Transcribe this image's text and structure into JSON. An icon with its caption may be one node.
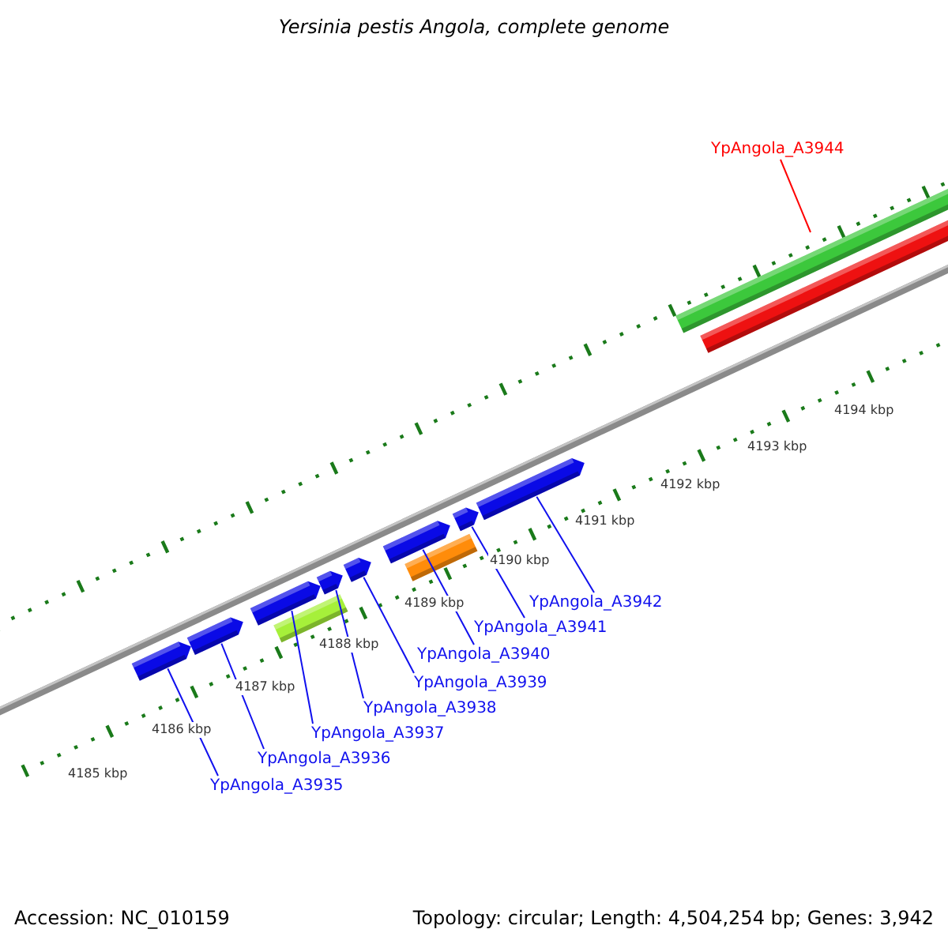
{
  "diagram": {
    "title": "Yersinia pestis Angola, complete genome",
    "nodes": [
      {
        "text": [
          "YpAngola_A3944"
        ]
      },
      {
        "text": [
          "YpAngola_A3942"
        ]
      },
      {
        "text": [
          "YpAngola_A3941"
        ]
      },
      {
        "text": [
          "YpAngola_A3940"
        ]
      },
      {
        "text": [
          "YpAngola_A3939"
        ]
      },
      {
        "text": [
          "YpAngola_A3938"
        ]
      },
      {
        "text": [
          "YpAngola_A3937"
        ]
      },
      {
        "text": [
          "YpAngola_A3936"
        ]
      },
      {
        "text": [
          "YpAngola_A3935"
        ]
      },
      {
        "text": [],
        "shape": "pentagon"
      },
      {
        "text": [],
        "shape": "pentagon"
      },
      {
        "text": [],
        "shape": "pentagon"
      },
      {
        "text": [],
        "shape": "pentagon"
      },
      {
        "text": [],
        "shape": "pentagon"
      },
      {
        "text": [],
        "shape": "pentagon"
      },
      {
        "text": [],
        "shape": "pentagon"
      },
      {
        "text": [],
        "shape": "pentagon"
      }
    ],
    "edges": [
      {
        "from": 0,
        "to": null,
        "arrow": "none",
        "color": "#ff0000"
      },
      {
        "from": 1,
        "to": 16,
        "arrow": "none"
      },
      {
        "from": 2,
        "to": 15,
        "arrow": "none"
      },
      {
        "from": 3,
        "to": 14,
        "arrow": "none"
      },
      {
        "from": 4,
        "to": 13,
        "arrow": "none"
      },
      {
        "from": 5,
        "to": 12,
        "arrow": "none"
      },
      {
        "from": 6,
        "to": 11,
        "arrow": "none"
      },
      {
        "from": 7,
        "to": 10,
        "arrow": "none"
      },
      {
        "from": 8,
        "to": 9,
        "arrow": "none"
      }
    ],
    "labels": [
      "4194 kbp",
      "4193 kbp",
      "4192 kbp",
      "4191 kbp",
      "4190 kbp",
      "4189 kbp",
      "4188 kbp",
      "4187 kbp",
      "4186 kbp",
      "4185 kbp",
      "Accession: NC_010159",
      "Topology: circular; Length: 4,504,254 bp; Genes: 3,942"
    ]
  }
}
